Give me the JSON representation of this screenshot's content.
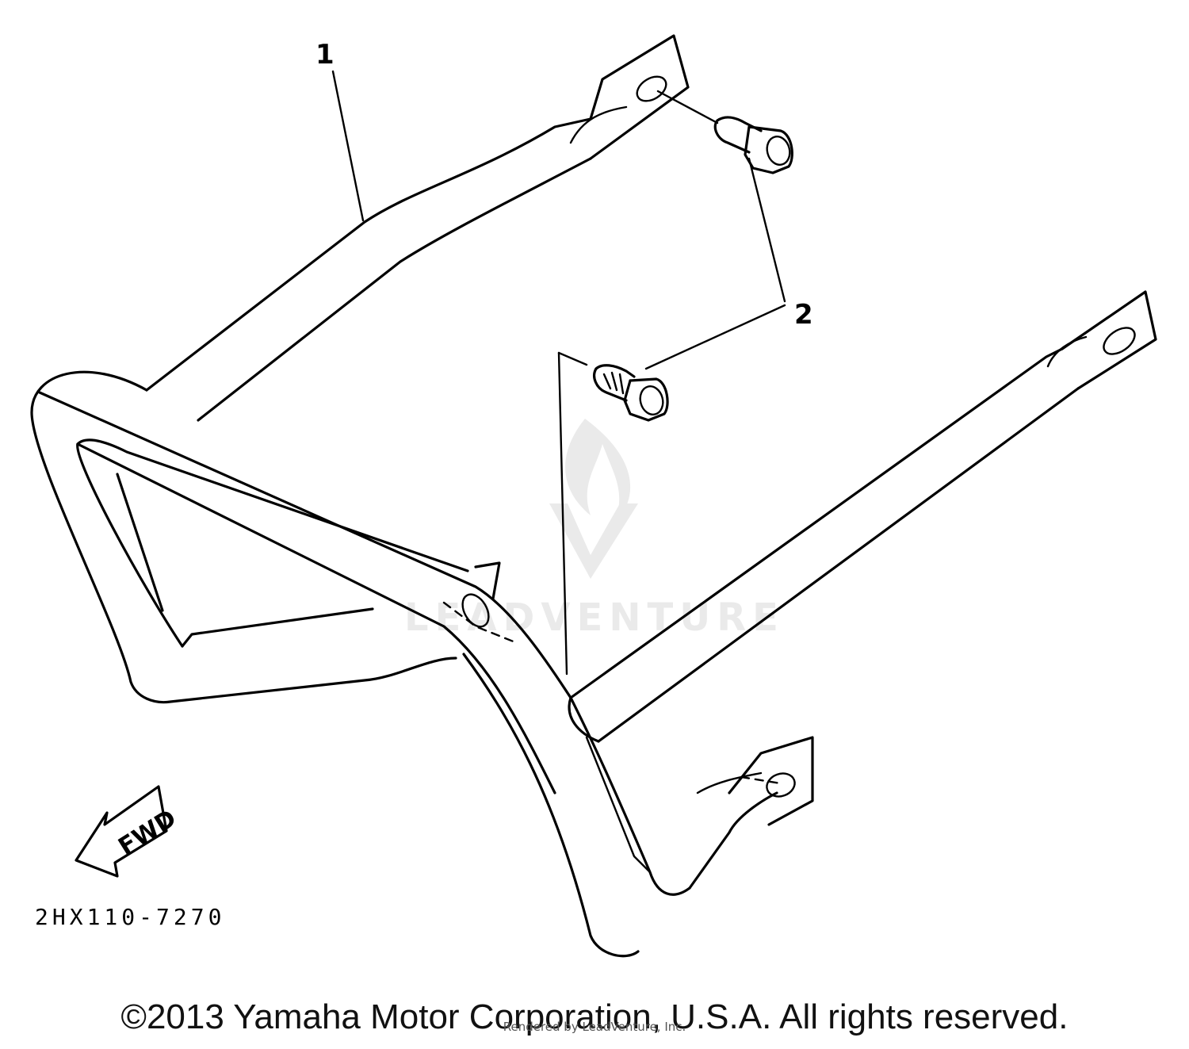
{
  "diagram": {
    "callouts": [
      {
        "id": "1",
        "label": "1"
      },
      {
        "id": "2",
        "label": "2"
      }
    ],
    "direction_label": "FWD",
    "part_number": "2HX110-7270",
    "watermark_text": "LEADVENTURE",
    "copyright": "©2013 Yamaha Motor Corporation, U.S.A. All rights reserved.",
    "overprint": "Rendered by LeadVenture, Inc."
  }
}
